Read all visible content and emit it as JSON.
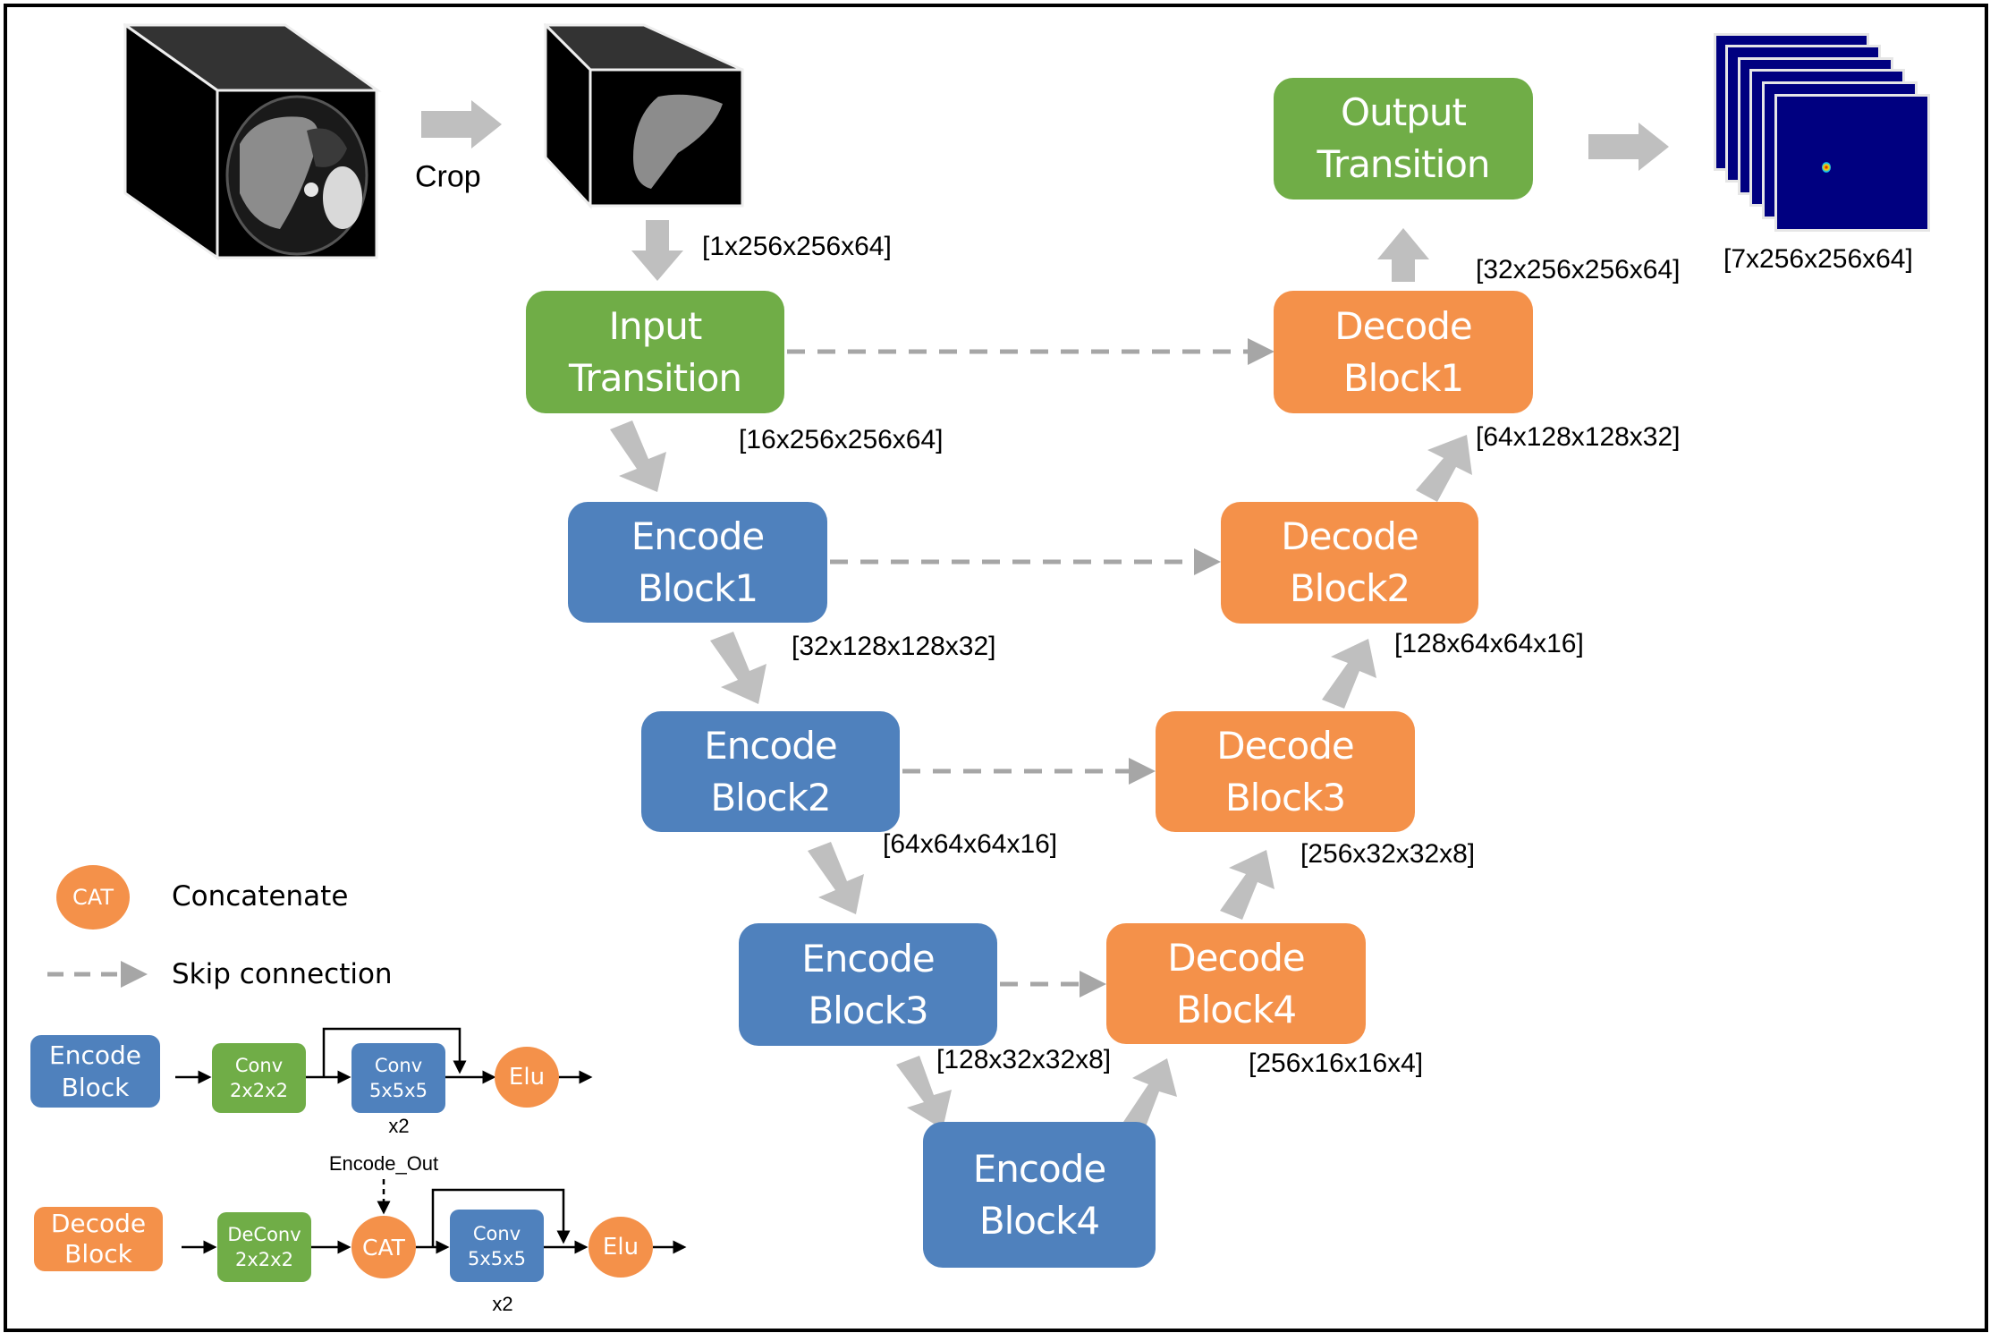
{
  "input_stage": {
    "crop_label": "Crop",
    "input_shape": "[1x256x256x64]"
  },
  "blocks": {
    "input_transition": [
      "Input",
      "Transition"
    ],
    "encode1": [
      "Encode",
      "Block1"
    ],
    "encode2": [
      "Encode",
      "Block2"
    ],
    "encode3": [
      "Encode",
      "Block3"
    ],
    "encode4": [
      "Encode",
      "Block4"
    ],
    "decode4": [
      "Decode",
      "Block4"
    ],
    "decode3": [
      "Decode",
      "Block3"
    ],
    "decode2": [
      "Decode",
      "Block2"
    ],
    "decode1": [
      "Decode",
      "Block1"
    ],
    "output_transition": [
      "Output",
      "Transition"
    ]
  },
  "shapes": {
    "after_input_transition": "[16x256x256x64]",
    "after_encode1": "[32x128x128x32]",
    "after_encode2": "[64x64x64x16]",
    "after_encode3": "[128x32x32x8]",
    "after_encode4": "[256x16x16x4]",
    "after_decode4": "[256x32x32x8]",
    "after_decode3": "[128x64x64x16]",
    "after_decode2": "[64x128x128x32]",
    "after_decode1": "[32x256x256x64]",
    "output": "[7x256x256x64]"
  },
  "colors": {
    "transition": "#70AD47",
    "encode": "#4F81BD",
    "decode": "#F4914A",
    "arrow": "#BFBFBF",
    "skip": "#A6A6A6",
    "heatmap_bg": "#000080"
  },
  "legend": {
    "cat_symbol": "CAT",
    "cat_label": "Concatenate",
    "skip_label": "Skip connection",
    "encode_block": {
      "title": [
        "Encode",
        "Block"
      ],
      "conv1": [
        "Conv",
        "2x2x2"
      ],
      "conv2": [
        "Conv",
        "5x5x5"
      ],
      "repeat": "x2",
      "activation": "Elu"
    },
    "decode_block": {
      "title": [
        "Decode",
        "Block"
      ],
      "deconv": [
        "DeConv",
        "2x2x2"
      ],
      "skip_input": "Encode_Out",
      "cat": "CAT",
      "conv": [
        "Conv",
        "5x5x5"
      ],
      "repeat": "x2",
      "activation": "Elu"
    }
  },
  "output_stack": {
    "channels": 6
  }
}
